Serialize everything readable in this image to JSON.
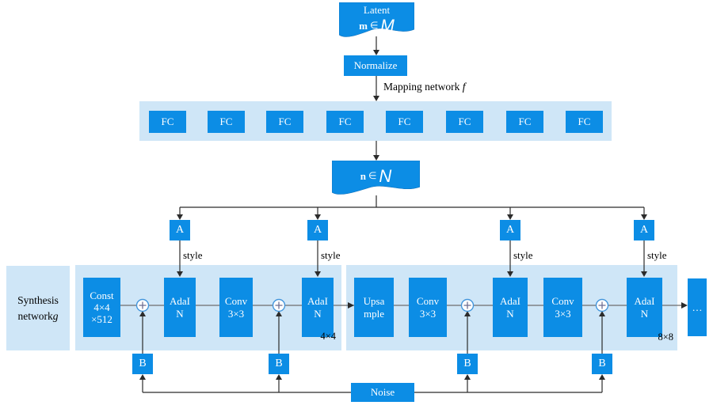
{
  "colors": {
    "box_blue": "#0c8de5",
    "band_blue": "#cfe6f7",
    "line_dark": "#2b2b2b",
    "line_gray": "#6e6e6e",
    "circle_stroke": "#4496dc",
    "plus_color": "#6f6f93",
    "flag_edge": "#1272bc"
  },
  "top": {
    "latent_flag": {
      "title": "Latent",
      "formula_prefix": "m",
      "formula_in": "∈",
      "formula_set": "M"
    },
    "normalize_label": "Normalize",
    "mapping_label": "Mapping network",
    "mapping_label_italic": "f"
  },
  "mapping": {
    "fc_label": "FC"
  },
  "w_flag": {
    "formula_prefix": "n",
    "formula_in": "∈",
    "formula_set": "N"
  },
  "style_inputs": {
    "a_label": "A",
    "style_label": "style"
  },
  "synthesis": {
    "left_label_line1": "Synthesis",
    "left_label_line2": "network",
    "left_label_italic": "g",
    "const_box": {
      "line1": "Const",
      "line2": "4×4",
      "line3": "×512"
    },
    "adain_box": {
      "line1": "AdaI",
      "line2": "N"
    },
    "conv_box": {
      "line1": "Conv",
      "line2": "3×3"
    },
    "upsample_box": {
      "line1": "Upsa",
      "line2": "mple"
    },
    "block1_size": "4×4",
    "block2_size": "8×8",
    "ellipsis_label": "…"
  },
  "noise": {
    "label": "Noise",
    "b_label": "B"
  }
}
